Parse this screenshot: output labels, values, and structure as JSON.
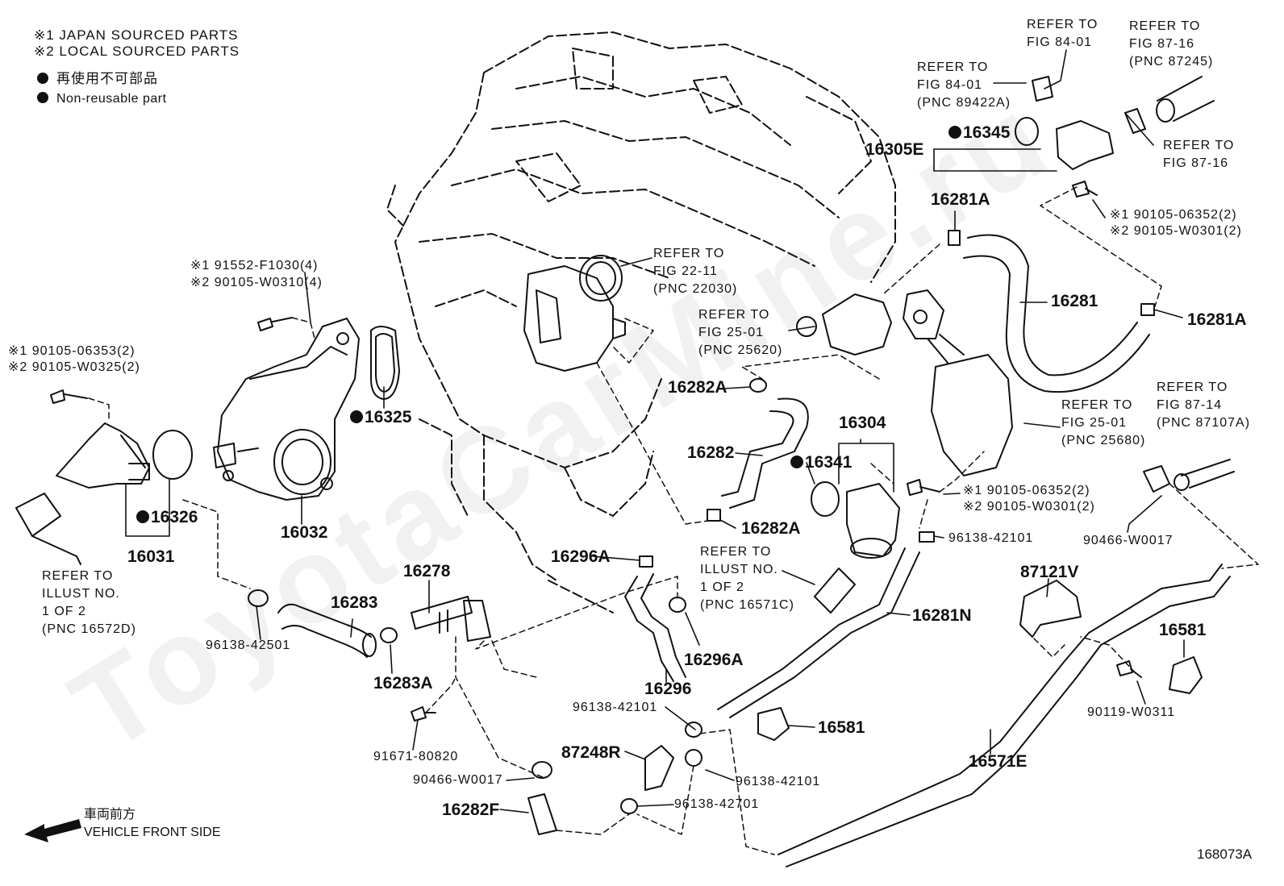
{
  "legend": {
    "note1": "※1  JAPAN SOURCED PARTS",
    "note2": "※2  LOCAL SOURCED PARTS",
    "nonreusable_jp": "再使用不可部品",
    "nonreusable_en": "Non-reusable part"
  },
  "watermark": "ToyotaCarMine.ru",
  "front": {
    "jp": "車両前方",
    "en": "VEHICLE FRONT SIDE"
  },
  "figure_code": "168073A",
  "part_numbers": {
    "p16345": "16345",
    "p16305E": "16305E",
    "p16281A_top": "16281A",
    "p16281": "16281",
    "p16281A_right": "16281A",
    "p16325": "16325",
    "p16326": "16326",
    "p16031": "16031",
    "p16032": "16032",
    "p16282A_top": "16282A",
    "p16282": "16282",
    "p16282A_bottom": "16282A",
    "p16304": "16304",
    "p16341": "16341",
    "p16296A_top": "16296A",
    "p16296A_bottom": "16296A",
    "p16296": "16296",
    "p16278": "16278",
    "p16283": "16283",
    "p16283A": "16283A",
    "p16281N": "16281N",
    "p87121V": "87121V",
    "p16581_right": "16581",
    "p16581_center": "16581",
    "p16571E": "16571E",
    "p87248R": "87248R",
    "p16282F": "16282F"
  },
  "small_labels": {
    "bolt_91552": "※1 91552-F1030(4)",
    "bolt_90105_w0310": "※2 90105-W0310(4)",
    "bolt_90105_06353": "※1 90105-06353(2)",
    "bolt_90105_w0325": "※2 90105-W0325(2)",
    "bolt_90105_06352_top": "※1 90105-06352(2)",
    "bolt_90105_w0301_top": "※2 90105-W0301(2)",
    "bolt_90105_06352_mid": "※1 90105-06352(2)",
    "bolt_90105_w0301_mid": "※2 90105-W0301(2)",
    "clip_96138_42501": "96138-42501",
    "clip_96138_42101_mid": "96138-42101",
    "clip_96138_42101_left": "96138-42101",
    "clip_96138_42101_low": "96138-42101",
    "clip_96138_42701": "96138-42701",
    "clip_90466_w0017_right": "90466-W0017",
    "clip_90466_w0017_low": "90466-W0017",
    "bolt_91671_80820": "91671-80820",
    "bolt_90119_w0311": "90119-W0311"
  },
  "references": {
    "ref_fig8401_top": "REFER TO\nFIG 84-01",
    "ref_fig8716_top": "REFER TO\nFIG 87-16\n(PNC 87245)",
    "ref_fig8401_left": "REFER TO\nFIG 84-01\n(PNC 89422A)",
    "ref_fig8716_right": "REFER TO\nFIG 87-16",
    "ref_fig2211": "REFER TO\nFIG 22-11\n(PNC 22030)",
    "ref_fig2501_left": "REFER TO\nFIG 25-01\n(PNC 25620)",
    "ref_fig2501_right": "REFER TO\nFIG 25-01\n(PNC 25680)",
    "ref_fig8714": "REFER TO\nFIG 87-14\n(PNC 87107A)",
    "ref_illust_16572D": "REFER TO\nILLUST NO.\n1 OF 2\n(PNC 16572D)",
    "ref_illust_16571C": "REFER TO\nILLUST NO.\n1 OF 2\n(PNC 16571C)"
  }
}
